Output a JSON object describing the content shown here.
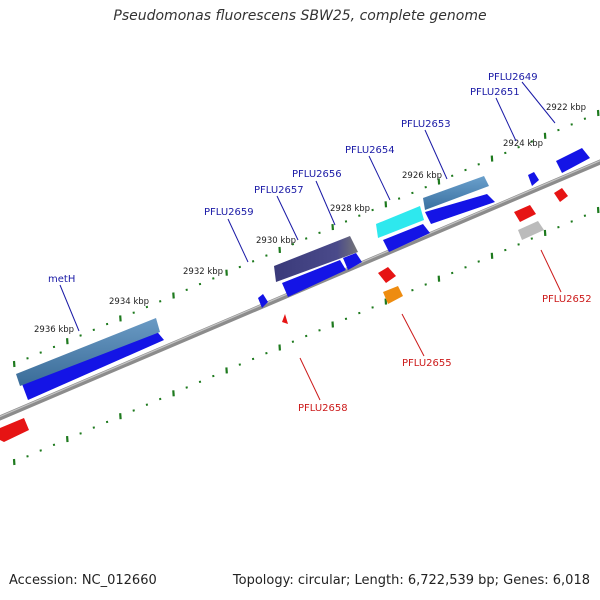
{
  "title": "Pseudomonas fluorescens SBW25, complete genome",
  "footer": {
    "accession": "Accession: NC_012660",
    "summary": "Topology: circular; Length: 6,722,539 bp; Genes: 6,018"
  },
  "colors": {
    "forward_label": "#1a1aa6",
    "reverse_label": "#cc1a1a",
    "backbone": "#8c8c8c",
    "tick": "#1e7a1e",
    "gene_blue": "#1414e6",
    "gene_red": "#e61414"
  },
  "scale": {
    "unit": "kbp",
    "labels": [
      "2922 kbp",
      "2924 kbp",
      "2926 kbp",
      "2928 kbp",
      "2930 kbp",
      "2932 kbp",
      "2934 kbp",
      "2936 kbp"
    ]
  },
  "genes": {
    "forward": [
      "PFLU2649",
      "PFLU2651",
      "PFLU2653",
      "PFLU2654",
      "PFLU2656",
      "PFLU2657",
      "PFLU2659",
      "metH"
    ],
    "reverse": [
      "PFLU2652",
      "PFLU2655",
      "PFLU2658"
    ]
  }
}
